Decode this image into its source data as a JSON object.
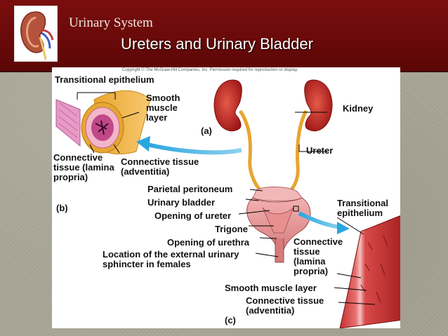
{
  "header": {
    "section_title": "Urinary System",
    "slide_title": "Ureters and Urinary Bladder"
  },
  "figure": {
    "copyright": "Copyright © The McGraw-Hill Companies, Inc. Permission required for reproduction or display.",
    "panel_b": {
      "label": "(b)",
      "transitional_epithelium": "Transitional epithelium",
      "smooth_muscle_layer": "Smooth muscle layer",
      "connective_tissue_lamina": "Connective tissue (lamina propria)",
      "connective_tissue_adventitia": "Connective tissue (adventitia)"
    },
    "panel_a": {
      "label": "(a)",
      "kidney": "Kidney",
      "ureter": "Ureter"
    },
    "panel_c": {
      "label": "(c)",
      "parietal_peritoneum": "Parietal peritoneum",
      "urinary_bladder": "Urinary bladder",
      "opening_of_ureter": "Opening of ureter",
      "trigone": "Trigone",
      "opening_of_urethra": "Opening of urethra",
      "external_sphincter": "Location of the external urinary sphincter in females",
      "transitional_epithelium": "Transitional epithelium",
      "connective_tissue_lamina": "Connective tissue (lamina propria)",
      "smooth_muscle_layer": "Smooth muscle layer",
      "connective_tissue_adventitia": "Connective tissue (adventitia)"
    }
  }
}
